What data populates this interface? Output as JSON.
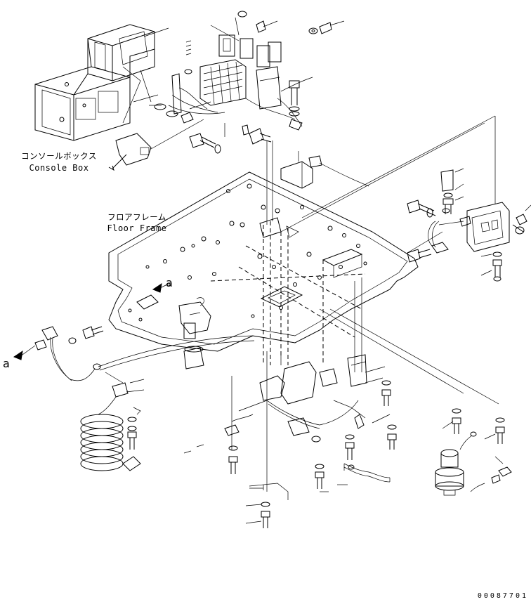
{
  "labels": {
    "console_box_jp": "コンソールボックス",
    "console_box_en": "Console Box",
    "floor_frame_jp": "フロアフレーム",
    "floor_frame_en": "Floor Frame"
  },
  "view_refs": {
    "left": "a",
    "center": "a"
  },
  "document_number": "00087701"
}
